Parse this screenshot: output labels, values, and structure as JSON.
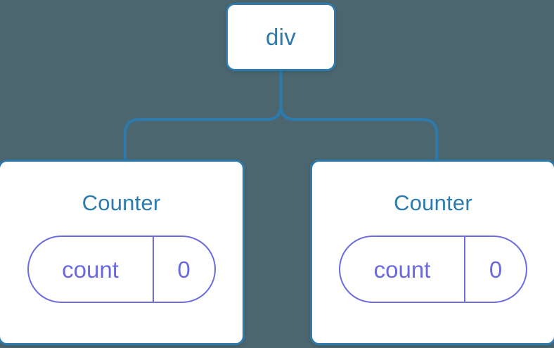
{
  "diagram": {
    "type": "component-tree",
    "background_color": "#4c6670",
    "node_fill_color": "#ffffff",
    "node_border_color": "#2d7aad",
    "node_text_color": "#2d7aad",
    "state_pill_color": "#6c6ce0",
    "edge_color": "#2d7aad"
  },
  "root": {
    "label": "div"
  },
  "children": [
    {
      "title": "Counter",
      "state": {
        "key": "count",
        "value": "0"
      }
    },
    {
      "title": "Counter",
      "state": {
        "key": "count",
        "value": "0"
      }
    }
  ]
}
